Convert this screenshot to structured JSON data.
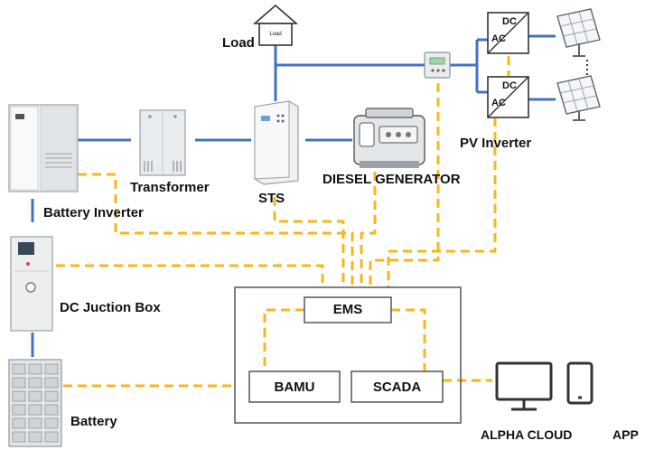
{
  "labels": {
    "load": "Load",
    "load_house": "Load",
    "transformer": "Transformer",
    "sts": "STS",
    "diesel_generator": "DIESEL GENERATOR",
    "pv_inverter": "PV Inverter",
    "battery_inverter": "Battery Inverter",
    "dc_junction_box": "DC Juction Box",
    "battery": "Battery",
    "ems": "EMS",
    "bamu": "BAMU",
    "scada": "SCADA",
    "alpha_cloud": "ALPHA CLOUD",
    "app": "APP",
    "inverter_dc_top": "DC",
    "inverter_ac_top": "AC",
    "inverter_dc_bottom": "DC",
    "inverter_ac_bottom": "AC"
  },
  "colors": {
    "power_line": "#4472c4",
    "comm_line": "#f5b81c",
    "box_border": "#555555"
  }
}
